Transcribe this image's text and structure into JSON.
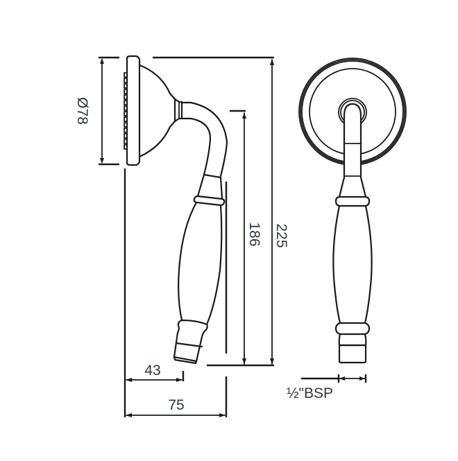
{
  "diagram": {
    "title": "Hand shower technical dimension drawing",
    "units": "mm",
    "views": [
      {
        "name": "side-view",
        "description": "Side elevation of hand shower head and handle"
      },
      {
        "name": "front-view",
        "description": "Front elevation of hand shower showing rose and handle"
      }
    ],
    "dimensions": {
      "head_diameter": {
        "label": "Ø78",
        "value": 78,
        "orientation": "vertical"
      },
      "handle_length": {
        "label": "186",
        "value": 186,
        "orientation": "vertical"
      },
      "overall_height": {
        "label": "225",
        "value": 225,
        "orientation": "vertical"
      },
      "connector_offset": {
        "label": "43",
        "value": 43,
        "orientation": "horizontal"
      },
      "overall_width": {
        "label": "75",
        "value": 75,
        "orientation": "horizontal"
      },
      "thread": {
        "label": "½\"BSP",
        "orientation": "horizontal"
      }
    },
    "colors": {
      "line": "#1a1a1a",
      "text": "#2e3542",
      "background": "#ffffff"
    }
  }
}
